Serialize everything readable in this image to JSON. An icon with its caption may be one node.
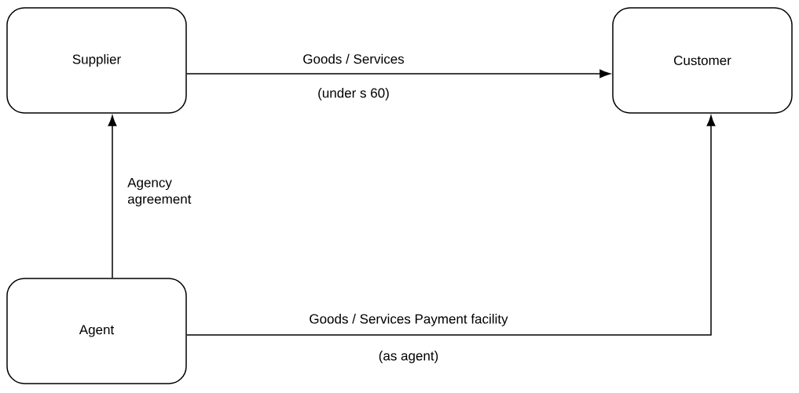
{
  "diagram": {
    "nodes": [
      {
        "text": [
          "Supplier"
        ]
      },
      {
        "text": [
          "Customer"
        ]
      },
      {
        "text": [
          "Agent"
        ]
      }
    ],
    "edges": [
      {
        "from": 0,
        "to": 1,
        "arrow": "to",
        "label": "Goods / Services"
      },
      {
        "from": 2,
        "to": 0,
        "arrow": "to",
        "label": "Agency agreement"
      },
      {
        "from": 2,
        "to": 1,
        "arrow": "to",
        "label": "Goods / Services Payment facility"
      }
    ],
    "labels": [
      "(under s 60)",
      "(as agent)"
    ]
  }
}
